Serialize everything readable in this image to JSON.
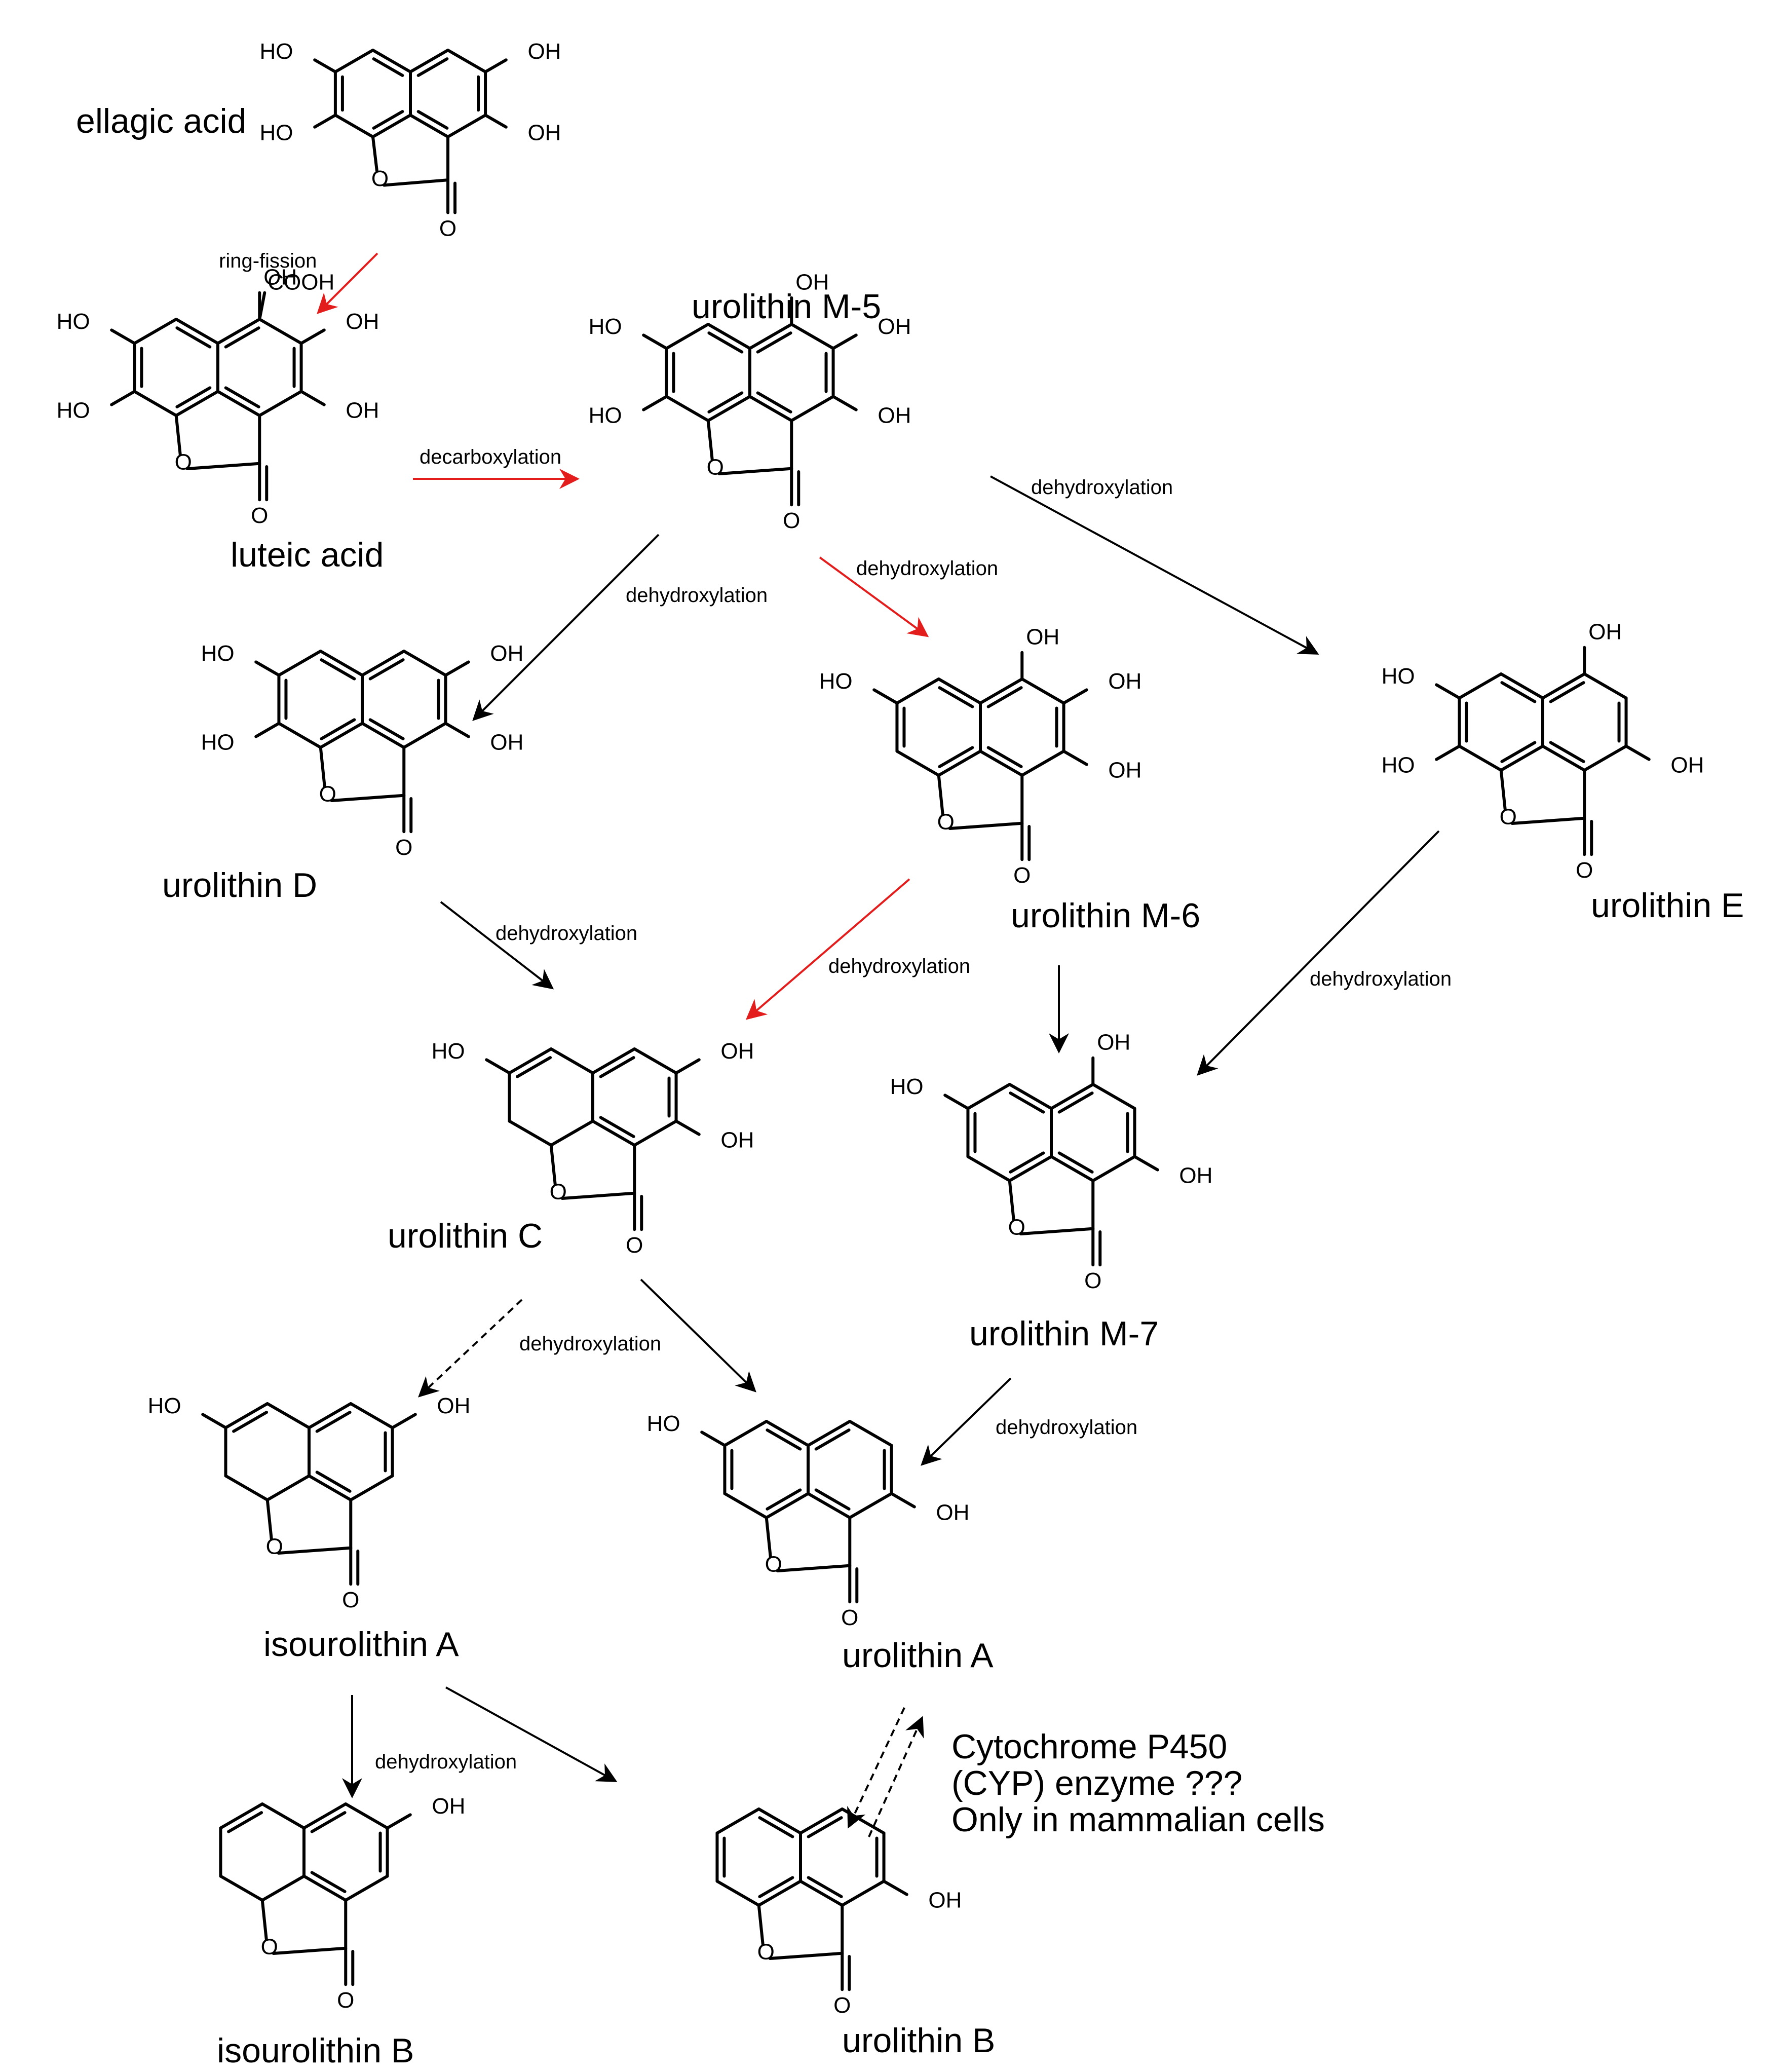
{
  "colors": {
    "primary_arrow": "#000000",
    "highlight_arrow": "#e31c1c",
    "background": "#ffffff"
  },
  "compounds": {
    "ellagic_acid": "ellagic acid",
    "luteic_acid": "luteic acid",
    "urolithin_m5": "urolithin M-5",
    "urolithin_d": "urolithin D",
    "urolithin_m6": "urolithin M-6",
    "urolithin_e": "urolithin E",
    "urolithin_c": "urolithin C",
    "urolithin_m7": "urolithin M-7",
    "isourolithin_a": "isourolithin A",
    "urolithin_a": "urolithin A",
    "isourolithin_b": "isourolithin B",
    "urolithin_b": "urolithin B"
  },
  "reactions": {
    "ring_fission": "ring-fission",
    "decarboxylation": "decarboxylation",
    "dehydroxylation": "dehydroxylation"
  },
  "atoms": {
    "hydroxyl": "HO",
    "hydroxyl_r": "OH",
    "oxygen": "O",
    "carboxyl": "COOH"
  },
  "note": {
    "line1": "Cytochrome P450",
    "line2": "(CYP) enzyme ???",
    "line3": "Only in mammalian cells"
  }
}
